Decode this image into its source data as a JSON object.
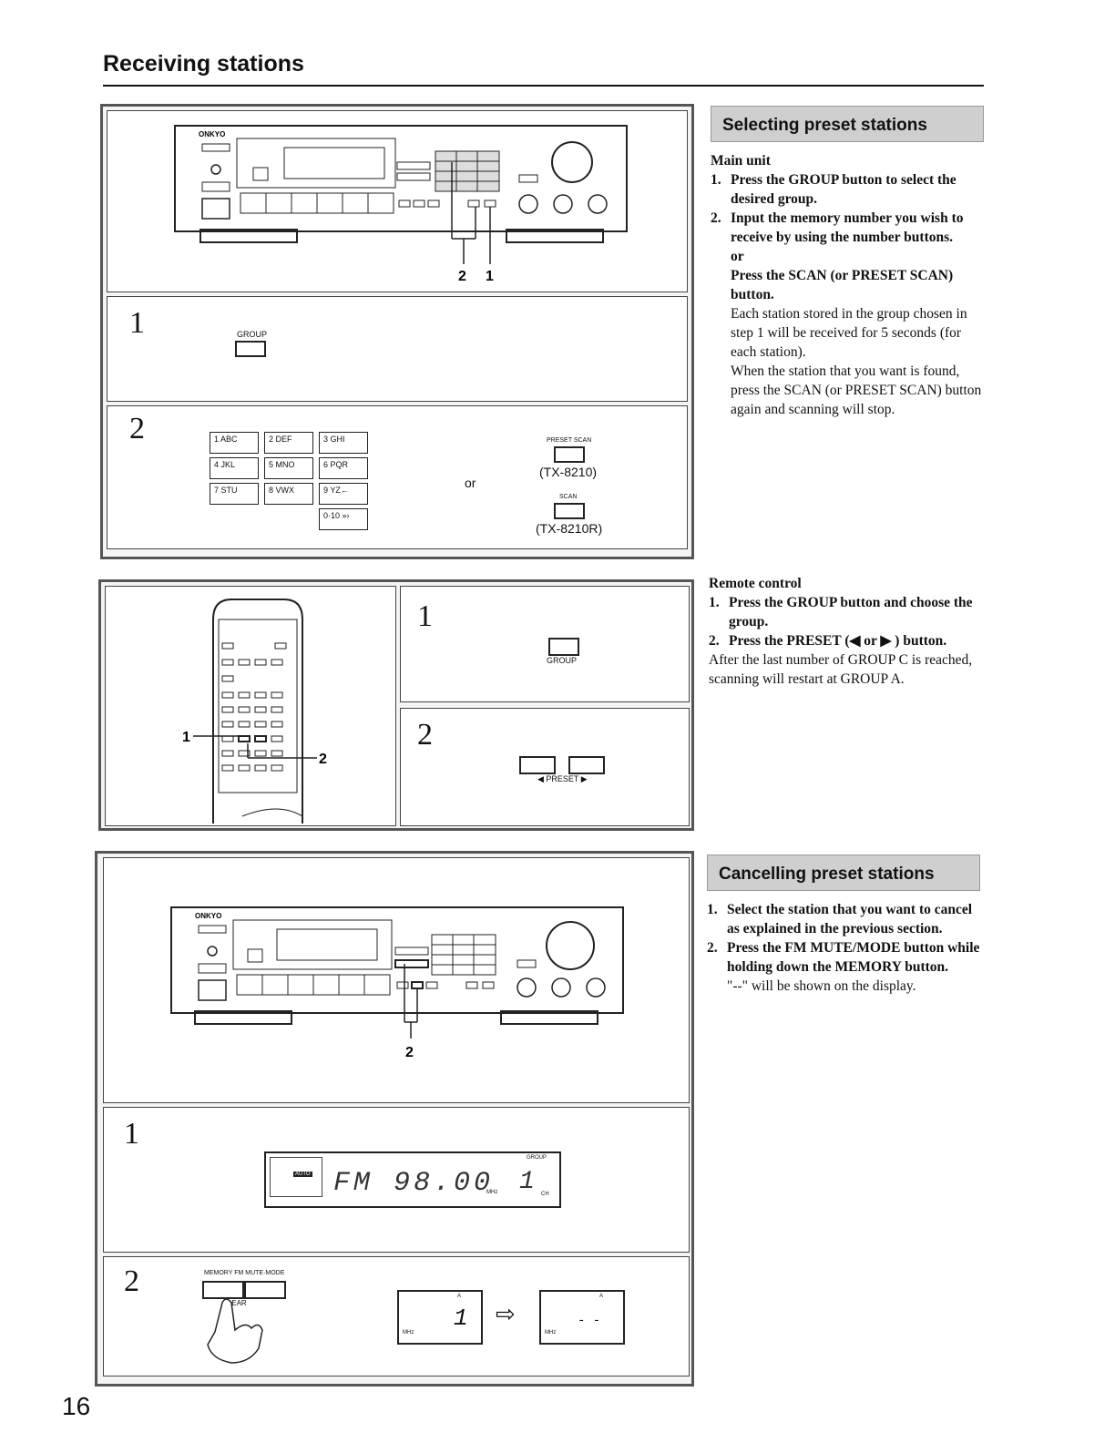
{
  "page": {
    "title": "Receiving stations",
    "page_number": "16"
  },
  "selecting": {
    "heading": "Selecting preset stations",
    "main_unit_label": "Main unit",
    "step1": "Press the GROUP button to select the desired group.",
    "step2": "Input the memory number you wish to receive by using the number buttons.",
    "or": "or",
    "step2b": "Press the SCAN (or PRESET SCAN) button.",
    "para1": "Each station stored in the group chosen in step 1 will be received for 5 seconds (for each station).",
    "para2": "When the station that you want is found, press the SCAN (or PRESET SCAN) button again and scanning will stop."
  },
  "remote": {
    "label": "Remote control",
    "step1": "Press the GROUP button and choose the group.",
    "step2": "Press the PRESET (◀ or ▶ ) button.",
    "para": "After the last number of GROUP C is reached, scanning will restart at GROUP A."
  },
  "cancelling": {
    "heading": "Cancelling preset stations",
    "step1": "Select the station that you want to cancel as explained in the previous section.",
    "step2": "Press the FM MUTE/MODE button while holding down the MEMORY button.",
    "note": "\"--\" will be shown on the display."
  },
  "figures": {
    "brand": "ONKYO",
    "callout_2": "2",
    "callout_1": "1",
    "step_1": "1",
    "step_2": "2",
    "group_label": "GROUP",
    "keypad": [
      "1 ABC",
      "2 DEF",
      "3 GHI",
      "4 JKL",
      "5 MNO",
      "6 PQR",
      "7 STU",
      "8 VWX",
      "9 YZ←",
      "0·10  »›"
    ],
    "or_label": "or",
    "preset_scan_label": "PRESET SCAN",
    "model_a": "(TX-8210)",
    "scan_label": "SCAN",
    "model_b": "(TX-8210R)",
    "preset_label": "◀  PRESET  ▶",
    "display_text": "FM  98.00",
    "display_channel": "1",
    "display_group": "GROUP",
    "display_auto": "AUTO",
    "display_mhz": "MHz",
    "display_ch": "CH",
    "memory_label": "MEMORY  FM MUTE·MODE",
    "clear_label": "CLEAR",
    "display_b_group": "A",
    "arrow": "⇨",
    "display_c_dash": "- -"
  }
}
